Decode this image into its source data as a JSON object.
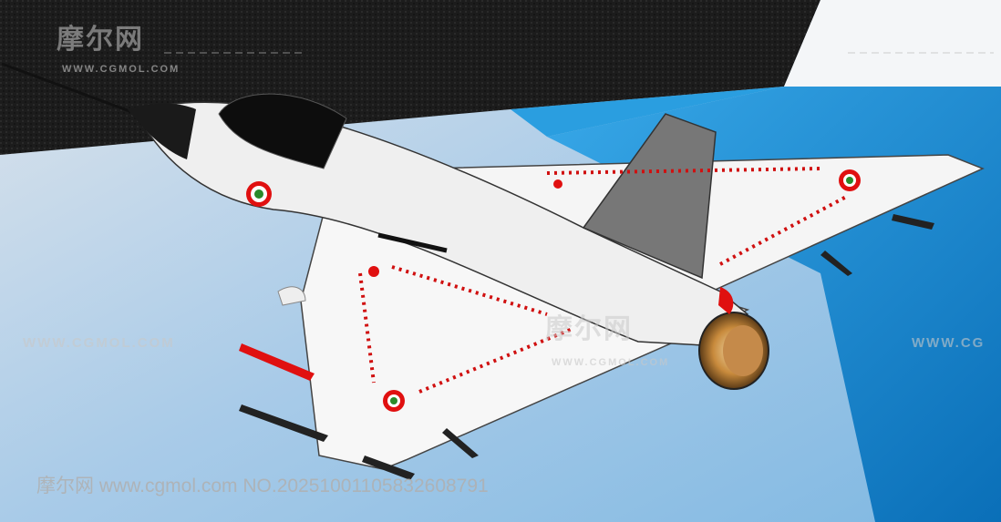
{
  "watermarks": {
    "logo_text": "摩尔网",
    "site_caps": "WWW.CGMOL.COM",
    "site_caps_partial": "WWW.CG",
    "serial_line": "摩尔网 www.cgmol.com NO.20251001105832608791"
  },
  "colors": {
    "background_dark": "#1b1b1b",
    "floor_blue": "#1a8ed6",
    "floor_light": "#c8d8e8",
    "aircraft_body": "#f2f2f2",
    "accent_red": "#e01010"
  }
}
